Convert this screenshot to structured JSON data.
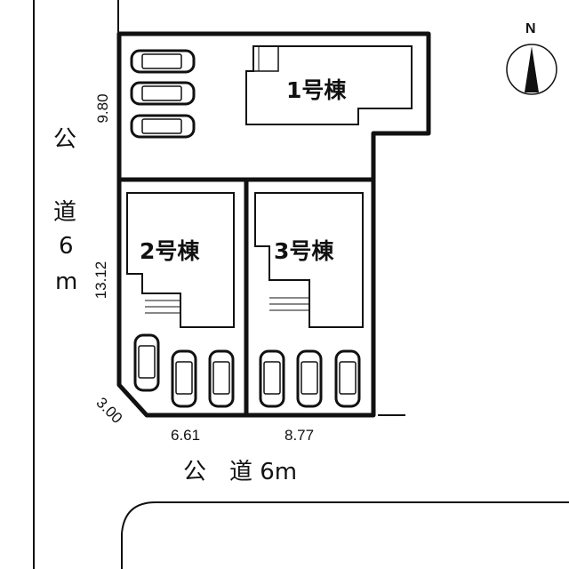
{
  "compass": {
    "label": "N"
  },
  "buildings": [
    {
      "label": "1号棟"
    },
    {
      "label": "2号棟"
    },
    {
      "label": "3号棟"
    }
  ],
  "dimensions": {
    "left_upper": "9.80",
    "left_lower": "13.12",
    "corner": "3.00",
    "bottom_left": "6.61",
    "bottom_right": "8.77"
  },
  "roads": {
    "west": [
      "公",
      "道",
      "6",
      "m"
    ],
    "south": "公　道 6m"
  },
  "colors": {
    "line": "#111111",
    "background": "#ffffff"
  }
}
